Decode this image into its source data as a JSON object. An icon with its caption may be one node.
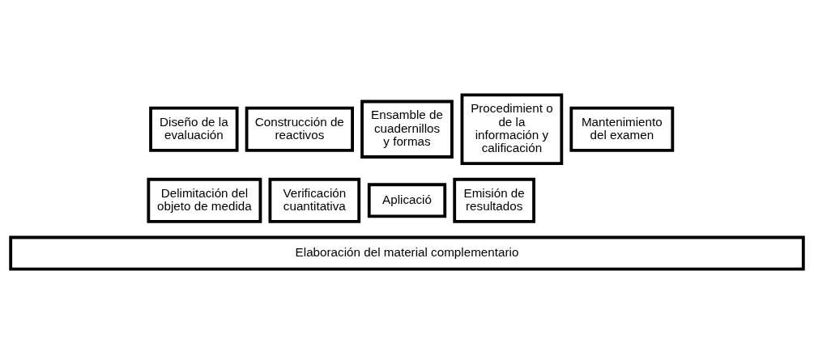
{
  "diagram": {
    "nodes": [
      {
        "text": [
          "Diseño de la evaluación"
        ]
      },
      {
        "text": [
          "Delimitación del objeto de medida"
        ]
      },
      {
        "text": [
          "Construcción de reactivos"
        ]
      },
      {
        "text": [
          "Verificación cuantitativa"
        ]
      },
      {
        "text": [
          "Ensamble de cuadernillos y formas"
        ]
      },
      {
        "text": [
          "Aplicació"
        ]
      },
      {
        "text": [
          "Procedimient o de la información y calificación"
        ]
      },
      {
        "text": [
          "Emisión de resultados"
        ]
      },
      {
        "text": [
          "Mantenimiento del examen"
        ]
      },
      {
        "text": [
          "Elaboración del material complementario"
        ]
      }
    ],
    "edges": []
  }
}
